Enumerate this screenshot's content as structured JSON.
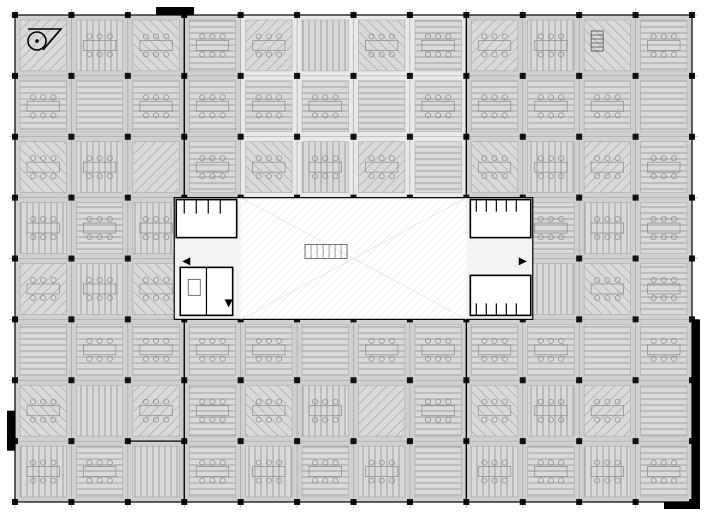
{
  "colors": {
    "paper": "#ffffff",
    "floor": "#cfcfcf",
    "floor_light": "#e9e9e9",
    "panel": "#d9d9d9",
    "hatch": "#a8a8a8",
    "furniture": "#8f8f8f",
    "grid": "#9a9a9a",
    "column": "#111111",
    "wall": "#000000",
    "core_floor": "#f2f2f2",
    "atrium": "#ffffff"
  },
  "icons": {
    "logo": "north-arrow-logo-icon",
    "left_arrow": "triangle-left-icon",
    "right_arrow": "triangle-right-icon",
    "down_arrow": "triangle-down-icon",
    "stair": "stair-icon"
  },
  "plan": {
    "bay_columns": 12,
    "bay_rows": 8,
    "light_zone": {
      "col_start": 4,
      "col_end": 8,
      "row_start": 0,
      "row_end": 3
    },
    "core": {
      "col_start": 3,
      "col_end": 9,
      "row_start": 3,
      "row_end": 5
    }
  }
}
